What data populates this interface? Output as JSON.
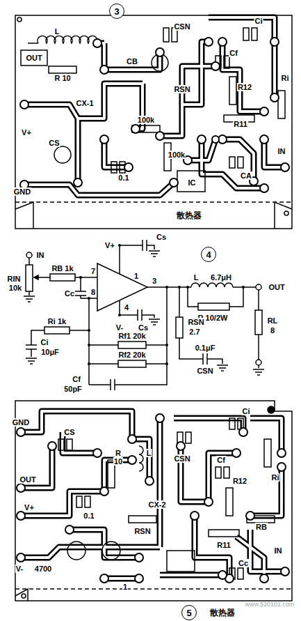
{
  "diagram": {
    "nodes": [
      {
        "text": [
          "3"
        ]
      },
      {
        "text": [
          "4"
        ]
      },
      {
        "text": [
          "5"
        ]
      }
    ],
    "labels": [
      "L",
      "OUT",
      "R 10",
      "CX-1",
      "CB",
      "CSN",
      "RSN",
      "Ci",
      "Cf",
      "R12",
      "Ri",
      "R11",
      "100k",
      "100k",
      "V+",
      "CS",
      "0.1",
      "IC",
      "CA",
      "IN",
      "GND",
      "散热器",
      "IN",
      "RB 1k",
      "V+",
      "Cs",
      "7",
      "1",
      "3",
      "Cc",
      "8",
      "4",
      "V-",
      "Cs",
      "L",
      "6.7μH",
      "OUT",
      "R 10/2W",
      "RSN",
      "2.7",
      "RL",
      "8",
      "0.1μF",
      "RIN",
      "10k",
      "Ri 1k",
      "Ci",
      "10μF",
      "Cf",
      "50pF",
      "Rf1 20k",
      "Rf2 20k",
      "CSN",
      "GND",
      "CS",
      "R",
      "10",
      "L",
      "OUT",
      "V+",
      "0.1",
      "CX-2",
      "RSN",
      "CSN",
      "Ci",
      "Cf",
      "R12",
      "Ri",
      "R11",
      "RB",
      "IN",
      "Cc",
      "V-",
      "4700",
      "1",
      "散热器",
      "www.520101.com"
    ]
  }
}
